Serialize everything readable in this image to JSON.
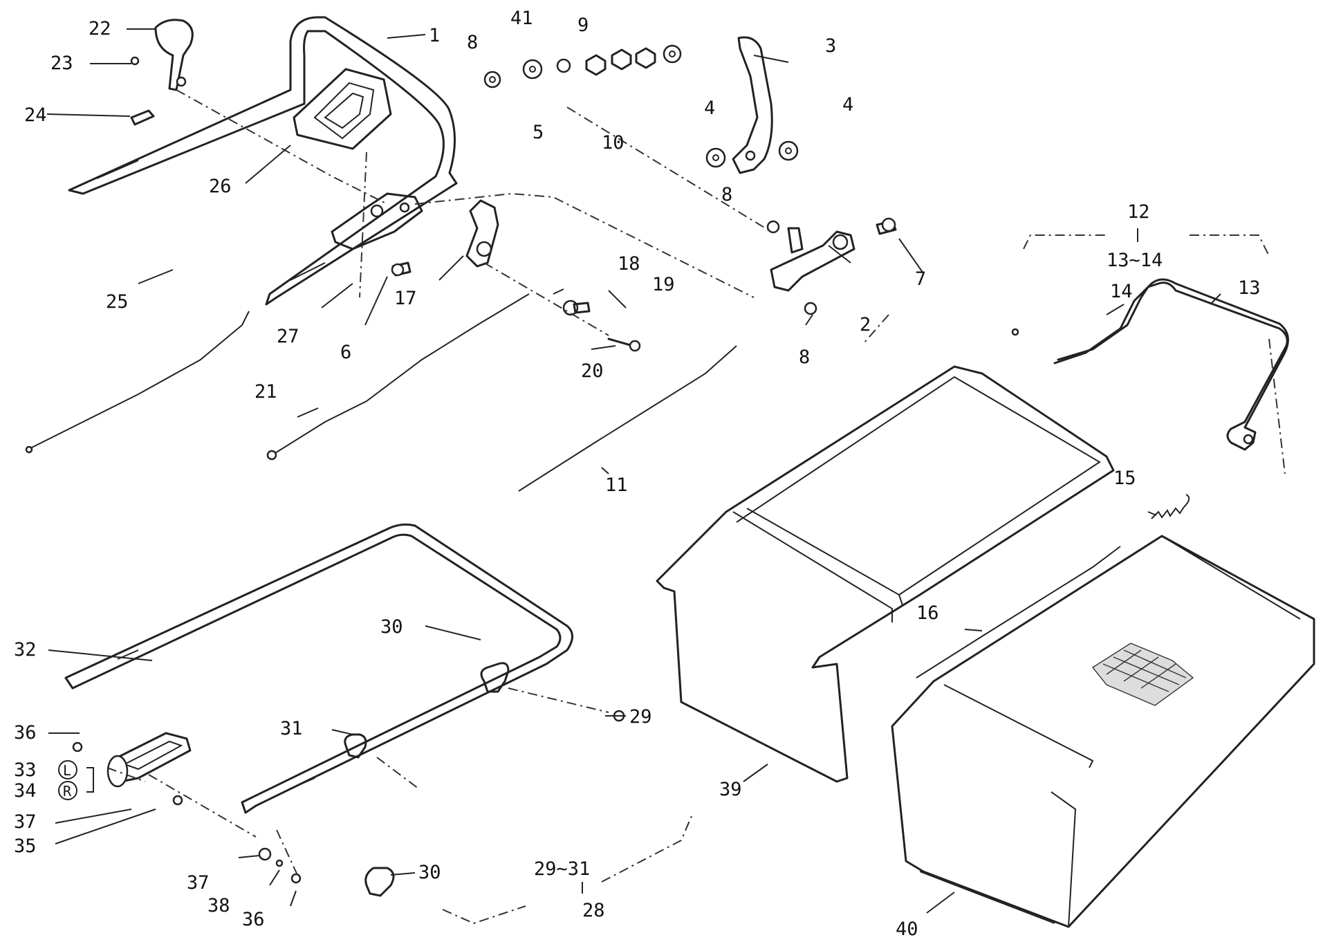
{
  "labels": {
    "l1": "1",
    "l2": "2",
    "l3": "3",
    "l4a": "4",
    "l4b": "4",
    "l5": "5",
    "l6": "6",
    "l7": "7",
    "l8a": "8",
    "l8b": "8",
    "l8c": "8",
    "l9": "9",
    "l10": "10",
    "l11": "11",
    "l12": "12",
    "l13a": "13~14",
    "l13b": "13",
    "l14": "14",
    "l15": "15",
    "l16": "16",
    "l17": "17",
    "l18": "18",
    "l19": "19",
    "l20": "20",
    "l21": "21",
    "l22": "22",
    "l23": "23",
    "l24": "24",
    "l25": "25",
    "l26": "26",
    "l27": "27",
    "l28": "28",
    "l29a": "29",
    "l29b": "29~31",
    "l30a": "30",
    "l30b": "30",
    "l31": "31",
    "l32": "32",
    "l33": "33",
    "l34": "34",
    "l35": "35",
    "l36a": "36",
    "l36b": "36",
    "l37a": "37",
    "l37b": "37",
    "l38": "38",
    "l39": "39",
    "l40": "40",
    "l41": "41",
    "mark_l": "L",
    "mark_r": "R"
  }
}
